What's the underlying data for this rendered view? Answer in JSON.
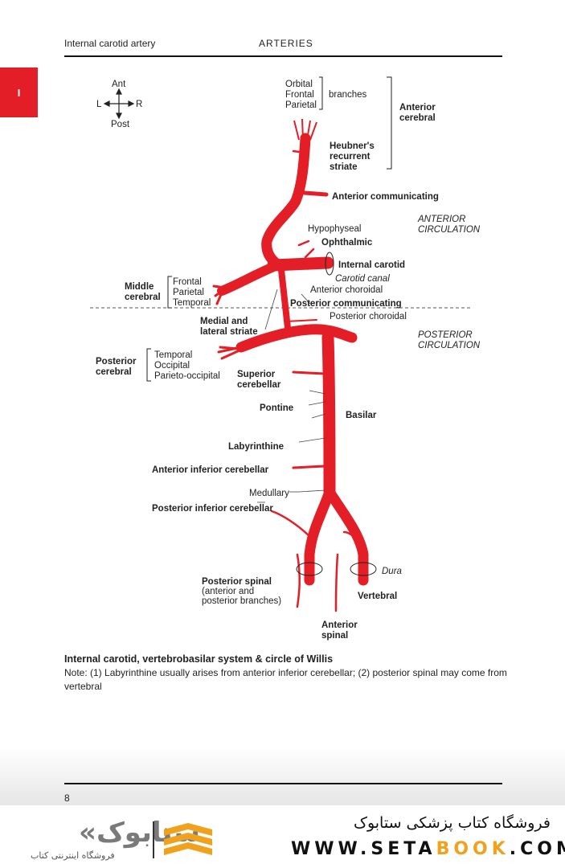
{
  "header": {
    "left": "Internal carotid artery",
    "center": "ARTERIES",
    "tab": "I"
  },
  "compass": {
    "ant": "Ant",
    "post": "Post",
    "left": "L",
    "right": "R"
  },
  "labels": {
    "orbital": "Orbital",
    "frontal1": "Frontal",
    "parietal1": "Parietal",
    "branches": "branches",
    "anterior": "Anterior",
    "cerebral": "cerebral",
    "heubners": "Heubner's",
    "recurrent": "recurrent",
    "striate": "striate",
    "anterior_communicating": "Anterior communicating",
    "anterior_circ1": "ANTERIOR",
    "anterior_circ2": "CIRCULATION",
    "hypophyseal": "Hypophyseal",
    "ophthalmic": "Ophthalmic",
    "internal_carotid": "Internal carotid",
    "carotid_canal": "Carotid canal",
    "anterior_choroidal": "Anterior choroidal",
    "middle": "Middle",
    "mcerebral": "cerebral",
    "frontal2": "Frontal",
    "parietal2": "Parietal",
    "temporal2": "Temporal",
    "posterior_communicating": "Posterior communicating",
    "posterior_choroidal": "Posterior choroidal",
    "medial_and": "Medial and",
    "lateral_striate": "lateral striate",
    "posterior_circ1": "POSTERIOR",
    "posterior_circ2": "CIRCULATION",
    "posterior": "Posterior",
    "pcerebral": "cerebral",
    "temporal3": "Temporal",
    "occipital": "Occipital",
    "parieto_occipital": "Parieto-occipital",
    "superior": "Superior",
    "scerebellar": "cerebellar",
    "pontine": "Pontine",
    "basilar": "Basilar",
    "labyrinthine": "Labyrinthine",
    "aica": "Anterior inferior cerebellar",
    "medullary": "Medullary",
    "pica": "Posterior inferior cerebellar",
    "dura": "Dura",
    "posterior_spinal": "Posterior spinal",
    "ant_and": "(anterior and",
    "post_branches": "posterior branches)",
    "vertebral": "Vertebral",
    "anterior_spinal1": "Anterior",
    "anterior_spinal2": "spinal"
  },
  "caption": {
    "title": "Internal carotid, vertebrobasilar system & circle of Willis",
    "note": "Note: (1) Labyrinthine usually arises from anterior inferior cerebellar; (2) posterior spinal may come from vertebral"
  },
  "footer": {
    "page": "8"
  },
  "banner": {
    "store_fa": "فروشگاه کتاب پزشکی ستابوک",
    "url_a": "WWW.SETA",
    "url_b": "BOOK",
    "url_c": ".COM",
    "logo_text": "«ستابوک",
    "logo_sub": "فروشگاه اینترنتی کتاب"
  },
  "colors": {
    "artery": "#e41e26",
    "tab": "#e41e26",
    "accent": "#f0a21c"
  }
}
